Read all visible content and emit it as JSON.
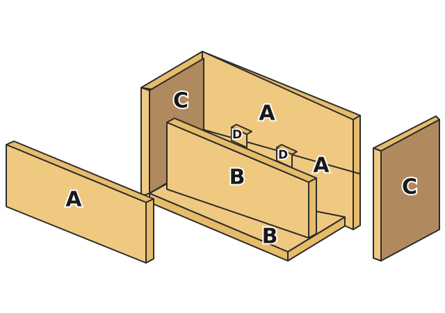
{
  "diagram": {
    "labels": {
      "loose_front_panel": "A",
      "back_panel": "A",
      "middle_panel": "A",
      "inner_side_panel": "C",
      "loose_side_panel": "C",
      "divider_panel": "B",
      "bottom_panel": "B",
      "dowel_left": "D",
      "dowel_right": "D"
    },
    "colors": {
      "wood_face": "#f0c981",
      "wood_edge": "#e6bb6a",
      "wood_shadow": "#b08a5e",
      "outline": "#2b2b2b"
    }
  }
}
